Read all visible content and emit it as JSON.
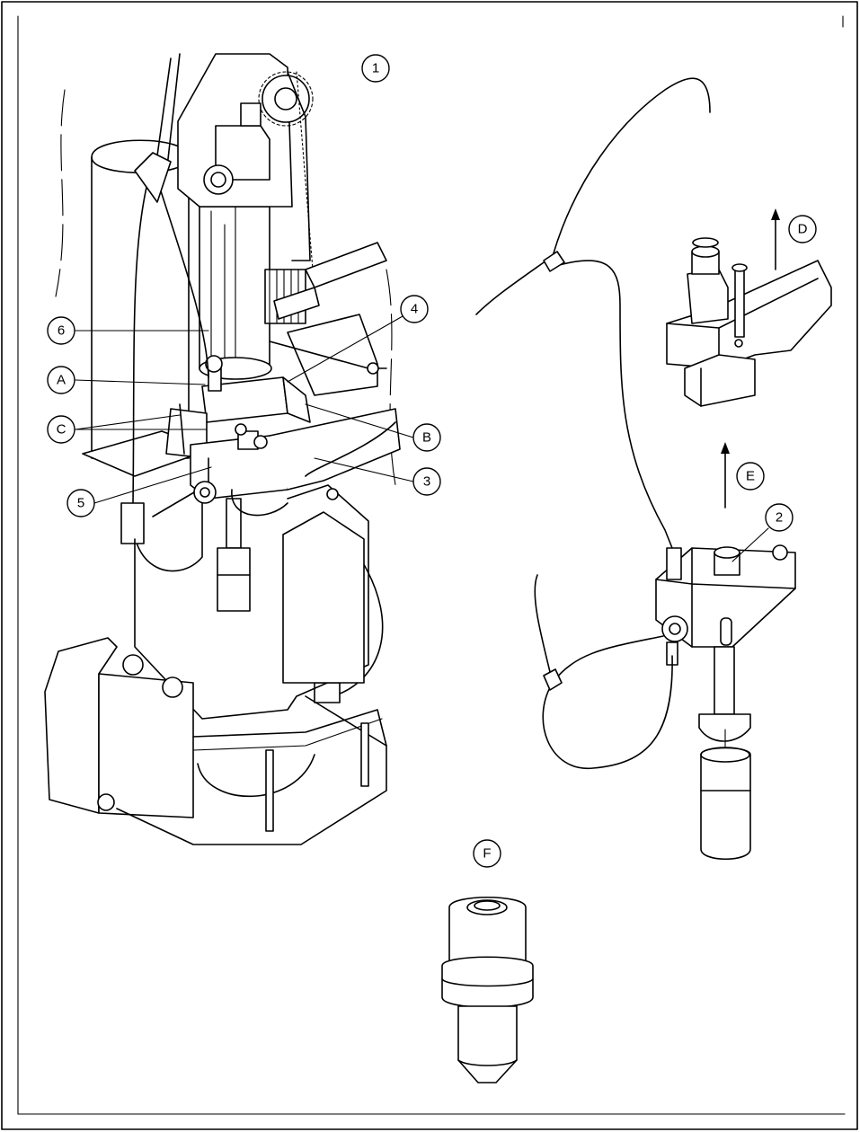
{
  "labels": [
    {
      "id": "1",
      "text": "1"
    },
    {
      "id": "2",
      "text": "2"
    },
    {
      "id": "3",
      "text": "3"
    },
    {
      "id": "4",
      "text": "4"
    },
    {
      "id": "5",
      "text": "5"
    },
    {
      "id": "6",
      "text": "6"
    },
    {
      "id": "A",
      "text": "A"
    },
    {
      "id": "B",
      "text": "B"
    },
    {
      "id": "C",
      "text": "C"
    },
    {
      "id": "D",
      "text": "D"
    },
    {
      "id": "E",
      "text": "E"
    },
    {
      "id": "F",
      "text": "F"
    }
  ]
}
